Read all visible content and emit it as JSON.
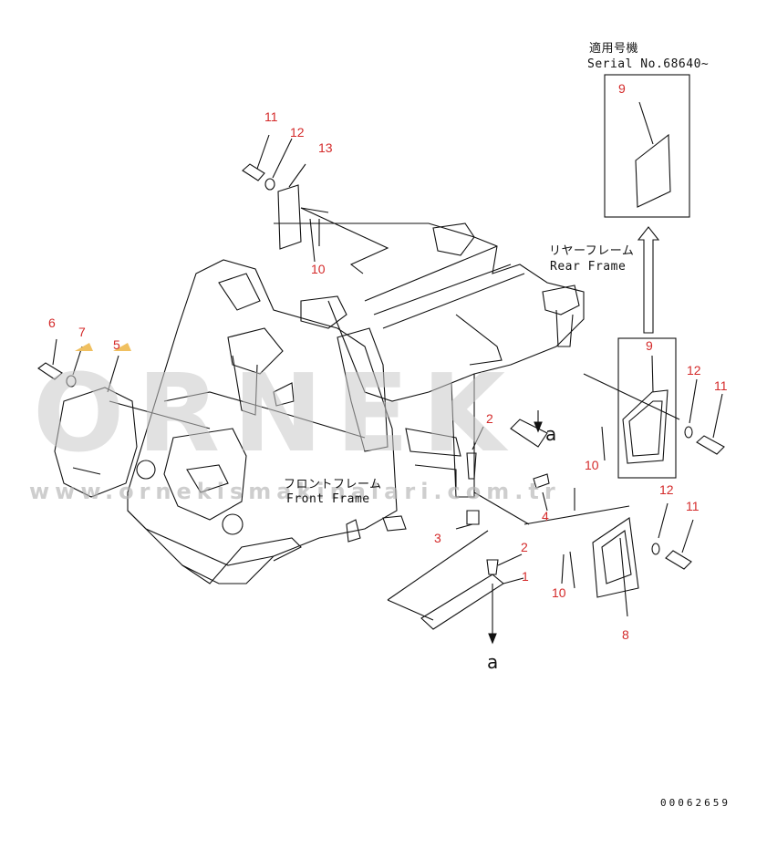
{
  "watermark": {
    "brand": "ORNEK",
    "url": "www.ornekismakinalari.com.tr",
    "accent_color": "#f0c060"
  },
  "note_box": {
    "line1": "適用号機",
    "line2": "Serial No.68640~"
  },
  "frames": {
    "rear_jp": "リヤーフレーム",
    "rear_en": "Rear Frame",
    "front_jp": "フロントフレーム",
    "front_en": "Front Frame"
  },
  "view_marker": "a",
  "doc_number": "00062659",
  "callouts": {
    "c11_top": "11",
    "c12_top": "12",
    "c13_top": "13",
    "c10_top": "10",
    "c9_box": "9",
    "c6": "6",
    "c7": "7",
    "c5": "5",
    "c9_mid": "9",
    "c12_mid": "12",
    "c11_mid": "11",
    "c10_mid": "10",
    "c2_mid": "2",
    "c4": "4",
    "c3": "3",
    "c12_low": "12",
    "c11_low": "11",
    "c2_low": "2",
    "c1": "1",
    "c10_low": "10",
    "c8": "8"
  },
  "colors": {
    "line": "#111111",
    "callout": "#d42a2a"
  }
}
